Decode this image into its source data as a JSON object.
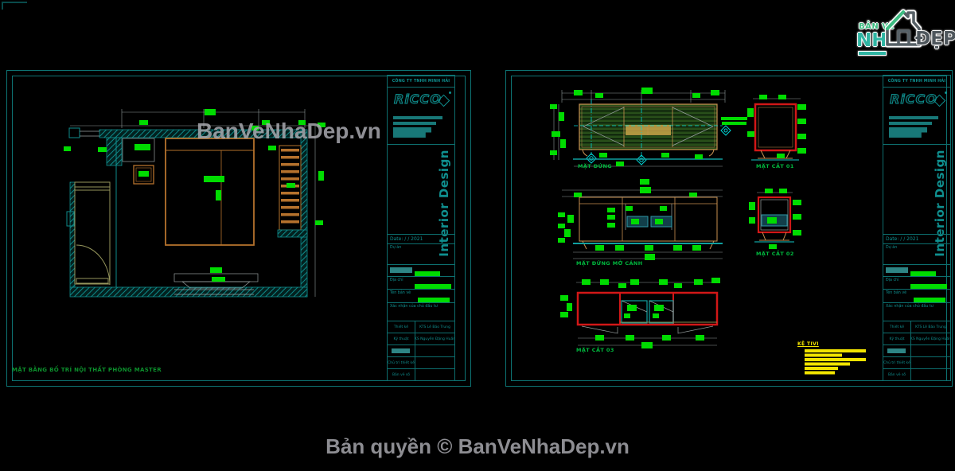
{
  "brand_logo": {
    "ban_ve": "BẢN VẼ",
    "nh": "NH",
    "dep": "ĐẸP"
  },
  "watermark_text": "BanVeNhaDep.vn",
  "footer_text": "Bản quyền © BanVeNhaDep.vn",
  "title_block": {
    "company": "CÔNG TY TNHH MINH HẢI",
    "brand": "RiCCO",
    "division": "Interior Design",
    "date": "Date:    /    / 2021",
    "project_label": "Dự án",
    "address_label": "Địa chỉ",
    "drawing_name_label": "Tên bản vẽ",
    "approval_label": "Xác nhận của chủ đầu tư",
    "design_label": "Thiết kế",
    "design_value": "KTS Lê Bảo Trung",
    "engineering_label": "Kỹ thuật",
    "engineering_value": "KS Nguyễn Đặng Huấn",
    "lead_label": "Chủ trì thiết kế",
    "sheet_no_label": "Bản vẽ số"
  },
  "left_sheet": {
    "drawing_title": "MẶT BẰNG BỐ TRÍ NỘI THẤT PHÒNG MASTER"
  },
  "right_sheet": {
    "elevation_label": "MẶT ĐỨNG",
    "section1_label": "MẶT CẮT 01",
    "elevation_open_label": "MẶT ĐỨNG MỞ CÁNH",
    "section2_label": "MẶT CẮT 02",
    "section3_label": "MẶT CẮT 03",
    "legend_title": "KỆ TIVI"
  },
  "colors": {
    "teal": "#0e8b8b",
    "dim_green": "#00dc00",
    "label_green": "#00b83e",
    "section_red": "#d21717",
    "wood_tan": "#c89050",
    "furniture_orange": "#b5722d",
    "legend_yellow": "#f2e400"
  }
}
